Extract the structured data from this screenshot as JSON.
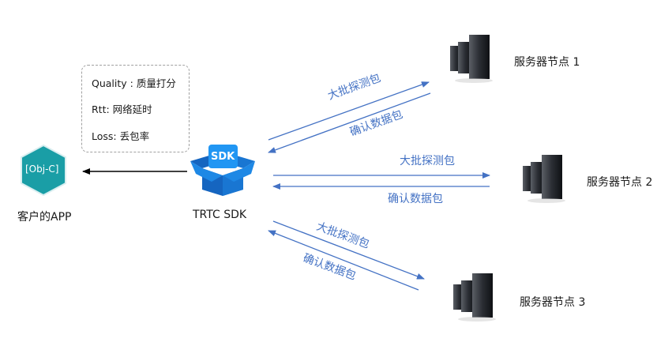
{
  "info_box": {
    "lines": [
      "Quality : 质量打分",
      "Rtt: 网络延时",
      "Loss: 丢包率"
    ]
  },
  "client": {
    "icon_text": "[Obj-C]",
    "label": "客户的APP",
    "color": "#1a9ea6"
  },
  "sdk": {
    "icon_text": "SDK",
    "label": "TRTC SDK",
    "color": "#1e88e5"
  },
  "servers": [
    {
      "label": "服务器节点 1",
      "probe_label": "大批探测包",
      "ack_label": "确认数据包"
    },
    {
      "label": "服务器节点 2",
      "probe_label": "大批探测包",
      "ack_label": "确认数据包"
    },
    {
      "label": "服务器节点 3",
      "probe_label": "大批探测包",
      "ack_label": "确认数据包"
    }
  ],
  "colors": {
    "arrow": "#4472c4",
    "client_arrow": "#000000"
  }
}
